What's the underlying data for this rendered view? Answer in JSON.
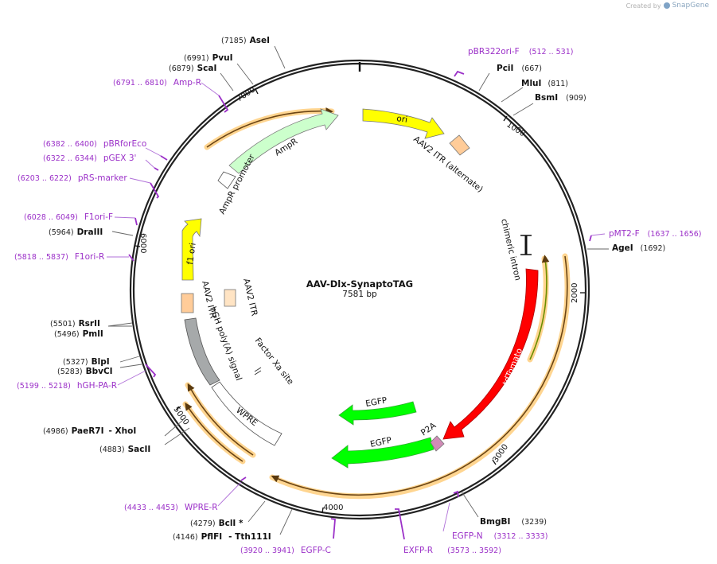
{
  "header": {
    "created_by": "Created by",
    "brand": "SnapGene"
  },
  "plasmid": {
    "name": "AAV-Dlx-SynaptoTAG",
    "length": "7581 bp"
  },
  "ticks": [
    "1000",
    "2000",
    "3000",
    "4000",
    "5000",
    "6000",
    "7000"
  ],
  "sites": [
    {
      "id": "asei",
      "pos": "(7185)",
      "name": "AseI"
    },
    {
      "id": "pvui",
      "pos": "(6991)",
      "name": "PvuI"
    },
    {
      "id": "scai",
      "pos": "(6879)",
      "name": "ScaI"
    },
    {
      "id": "pcii",
      "pos": "(667)",
      "name": "PciI"
    },
    {
      "id": "mlui",
      "pos": "(811)",
      "name": "MluI"
    },
    {
      "id": "bsmi",
      "pos": "(909)",
      "name": "BsmI"
    },
    {
      "id": "agei",
      "pos": "(1692)",
      "name": "AgeI"
    },
    {
      "id": "draiii",
      "pos": "(5964)",
      "name": "DraIII"
    },
    {
      "id": "rsrii",
      "pos": "(5501)",
      "name": "RsrII"
    },
    {
      "id": "pmli",
      "pos": "(5496)",
      "name": "PmlI"
    },
    {
      "id": "blpi",
      "pos": "(5327)",
      "name": "BlpI"
    },
    {
      "id": "bbvci",
      "pos": "(5283)",
      "name": "BbvCI"
    },
    {
      "id": "paer7i",
      "pos": "(4986)",
      "name": "PaeR7I",
      "extra": "- XhoI"
    },
    {
      "id": "sacii",
      "pos": "(4883)",
      "name": "SacII"
    },
    {
      "id": "bcli",
      "pos": "(4279)",
      "name": "BclI *"
    },
    {
      "id": "pflfi",
      "pos": "(4146)",
      "name": "PflFI",
      "extra": "- Tth111I"
    },
    {
      "id": "bmgbi",
      "pos": "(3239)",
      "name": "BmgBI"
    }
  ],
  "primers": [
    {
      "id": "pbr322ori",
      "name": "pBR322ori-F",
      "range": "(512 .. 531)"
    },
    {
      "id": "ampr",
      "name": "Amp-R",
      "range": "(6791 .. 6810)"
    },
    {
      "id": "pbrforeco",
      "name": "pBRforEco",
      "range": "(6382 .. 6400)"
    },
    {
      "id": "pgex3",
      "name": "pGEX 3'",
      "range": "(6322 .. 6344)"
    },
    {
      "id": "prsmarker",
      "name": "pRS-marker",
      "range": "(6203 .. 6222)"
    },
    {
      "id": "f1orif",
      "name": "F1ori-F",
      "range": "(6028 .. 6049)"
    },
    {
      "id": "f1orir",
      "name": "F1ori-R",
      "range": "(5818 .. 5837)"
    },
    {
      "id": "hghpar",
      "name": "hGH-PA-R",
      "range": "(5199 .. 5218)"
    },
    {
      "id": "pmt2f",
      "name": "pMT2-F",
      "range": "(1637 .. 1656)"
    },
    {
      "id": "wprer",
      "name": "WPRE-R",
      "range": "(4433 .. 4453)"
    },
    {
      "id": "egfpc",
      "name": "EGFP-C",
      "range": "(3920 .. 3941)"
    },
    {
      "id": "exfpr",
      "name": "EXFP-R",
      "range": "(3573 .. 3592)"
    },
    {
      "id": "egfpn",
      "name": "EGFP-N",
      "range": "(3312 .. 3333)"
    }
  ],
  "features": {
    "ori": "ori",
    "aav2_itr_alt": "AAV2 ITR (alternate)",
    "ampr": "AmpR",
    "ampr_promoter": "AmpR promoter",
    "chimeric_intron": "chimeric intron",
    "tdtomato": "tdTomato",
    "f1_ori": "f1 ori",
    "aav2_itr_a": "AAV2 ITR",
    "aav2_itr_b": "AAV2 ITR",
    "hgh_polya": "hGH poly(A) signal",
    "factor_xa": "Factor Xa site",
    "wpre": "WPRE",
    "egfp_1": "EGFP",
    "egfp_2": "EGFP",
    "p2a": "P2A"
  },
  "colors": {
    "ori": "#ffff00",
    "ampr": "#ccffcc",
    "tdtomato": "#ff0000",
    "egfp": "#00ff00",
    "itr": "#ffcc99",
    "hgh": "#a6a9aa",
    "primer": "#9b30c8",
    "orf": "#ffd590"
  }
}
